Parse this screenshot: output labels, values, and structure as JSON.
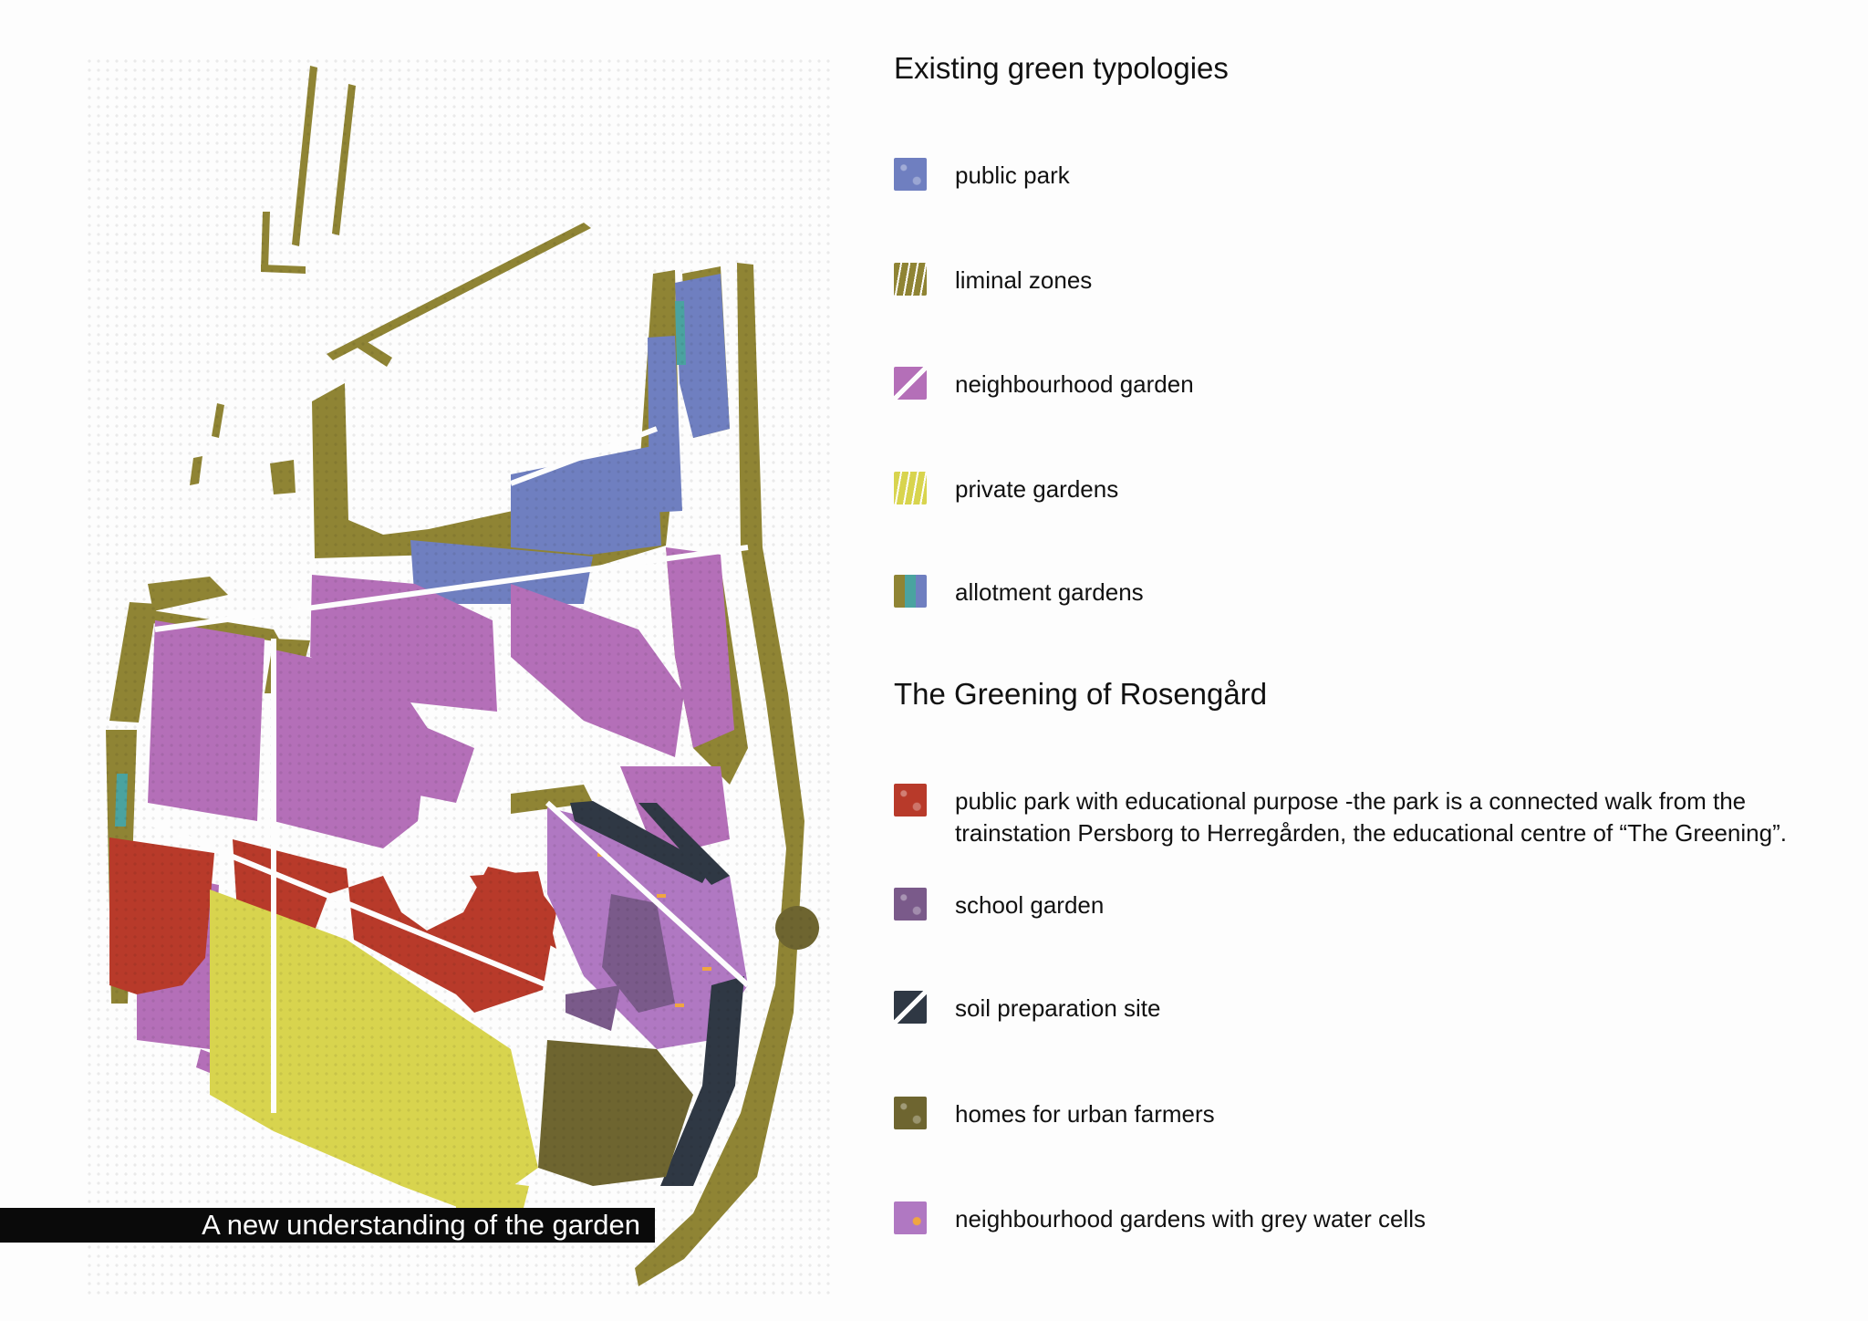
{
  "caption": "A new understanding of the garden",
  "legend": {
    "existing_heading": "Existing green typologies",
    "existing_items": [
      {
        "label": "public park",
        "color": "#6f7fc0",
        "pattern": "solid"
      },
      {
        "label": "liminal zones",
        "color": "#8f8434",
        "pattern": "stripe"
      },
      {
        "label": "neighbourhood garden",
        "color": "#b46fb8",
        "pattern": "diagonal"
      },
      {
        "label": "private gardens",
        "color": "#d8d44e",
        "pattern": "stripe"
      },
      {
        "label": "allotment gardens",
        "color": "#4aa3a0",
        "pattern": "split"
      }
    ],
    "greening_heading": "The Greening of Rosengård",
    "greening_items": [
      {
        "label": "public park with educational purpose -the park is a connected walk from the trainstation Persborg to Herregården, the educational centre of “The Greening”.",
        "color": "#b83a2a",
        "pattern": "solid"
      },
      {
        "label": "school garden",
        "color": "#7a5a8a",
        "pattern": "solid"
      },
      {
        "label": "soil preparation site",
        "color": "#2f3844",
        "pattern": "diagonal"
      },
      {
        "label": "homes for urban farmers",
        "color": "#6e6530",
        "pattern": "solid"
      },
      {
        "label": "neighbourhood gardens with grey water cells",
        "color": "#b078c2",
        "pattern": "dots"
      }
    ]
  }
}
